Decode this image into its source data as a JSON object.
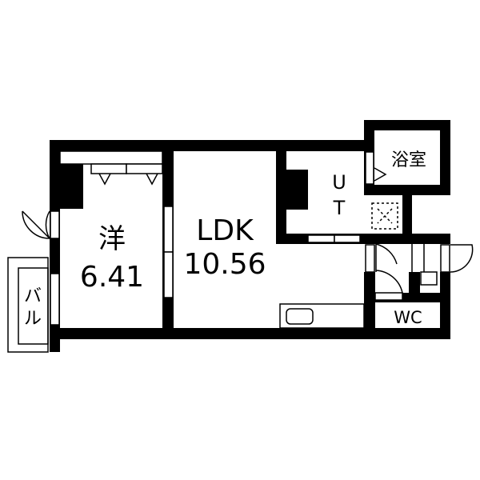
{
  "floorplan": {
    "rooms": {
      "western_room": {
        "name": "洋",
        "area": "6.41"
      },
      "ldk": {
        "name": "LDK",
        "area": "10.56"
      },
      "utility": {
        "line1": "U",
        "line2": "T"
      },
      "bathroom": {
        "name": "浴室"
      },
      "toilet": {
        "name": "WC"
      },
      "balcony": {
        "line1": "バ",
        "line2": "ル"
      }
    },
    "colors": {
      "wall": "#000000",
      "background": "#ffffff"
    }
  }
}
